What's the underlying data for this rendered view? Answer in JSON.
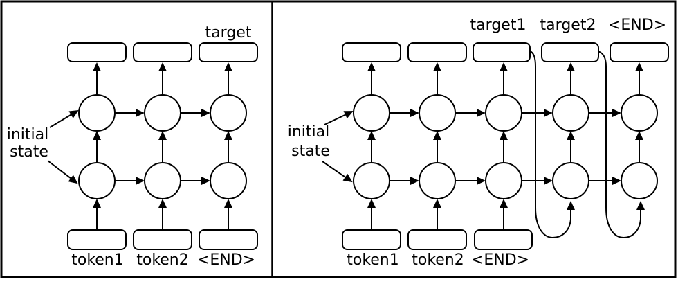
{
  "colors": {
    "stroke": "#000000",
    "background": "#ffffff",
    "node_fill": "#ffffff"
  },
  "panels": {
    "left": {
      "output_labels": {
        "col3": "target"
      },
      "initial_state": {
        "line1": "initial",
        "line2": "state"
      },
      "input_labels": {
        "col1": "token1",
        "col2": "token2",
        "col3": "<END>"
      }
    },
    "right": {
      "output_labels": {
        "col3": "target1",
        "col4": "target2",
        "col5": "<END>"
      },
      "initial_state": {
        "line1": "initial",
        "line2": "state"
      },
      "input_labels": {
        "col1": "token1",
        "col2": "token2",
        "col3": "<END>"
      }
    }
  }
}
